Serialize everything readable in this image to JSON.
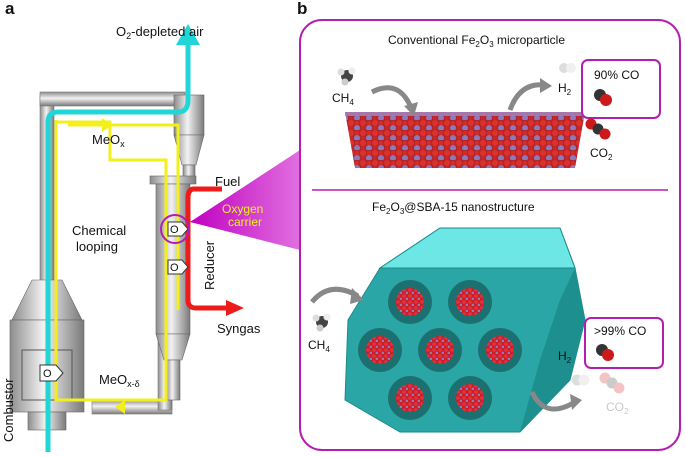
{
  "panel_a": {
    "label": "a",
    "outlet_prefix": "O",
    "outlet_sub": "2",
    "outlet_suffix": "-depleted air",
    "meox_top_base": "MeO",
    "meox_top_sub": "x",
    "meox_bottom_base": "MeO",
    "meox_bottom_sub": "x-δ",
    "fuel": "Fuel",
    "oxygen_carrier_line1": "Oxygen",
    "oxygen_carrier_line2": "carrier",
    "chemical_line1": "Chemical",
    "chemical_line2": "looping",
    "reducer": "Reducer",
    "syngas": "Syngas",
    "combustor": "Combustor",
    "o_marker": "O"
  },
  "panel_b": {
    "label": "b",
    "top_title_pre": "Conventional Fe",
    "top_title_sub1": "2",
    "top_title_mid": "O",
    "top_title_sub2": "3",
    "top_title_post": " microparticle",
    "ch4_base": "CH",
    "ch4_sub": "4",
    "h2_base": "H",
    "h2_sub": "2",
    "co2_base": "CO",
    "co2_sub": "2",
    "top_result": "90% CO",
    "bottom_title_pre": "Fe",
    "bottom_title_sub1": "2",
    "bottom_title_mid": "O",
    "bottom_title_sub2": "3",
    "bottom_title_post": "@SBA-15 nanostructure",
    "bottom_result": ">99% CO"
  },
  "colors": {
    "frame_magenta": "#b21fb0",
    "cyan_air": "#21d6d6",
    "yellow_loop": "#f2ef1c",
    "red_fuel": "#ee1b1b",
    "teal_block": "#33c8c8"
  }
}
